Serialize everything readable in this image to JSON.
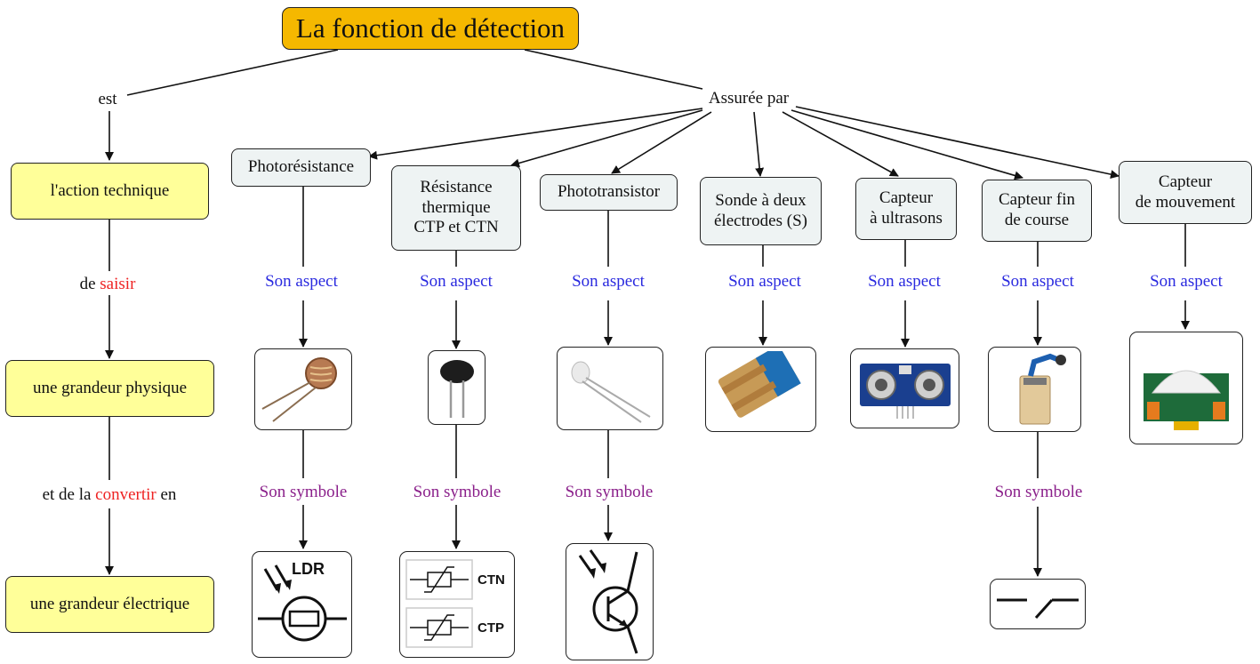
{
  "title": "La fonction de détection",
  "left": {
    "link_est": "est",
    "box1": "l'action technique",
    "link2_pre": "de ",
    "link2_red": "saisir",
    "box2": "une grandeur physique",
    "link3_pre": "et de la ",
    "link3_red": "convertir",
    "link3_post": " en",
    "box3": "une grandeur électrique"
  },
  "assuree": "Assurée par",
  "sensors": [
    {
      "name": "Photorésistance",
      "aspect": "Son aspect",
      "symbole": "Son symbole",
      "symbol_text": "LDR"
    },
    {
      "name": "Résistance\nthermique\nCTP et CTN",
      "aspect": "Son aspect",
      "symbole": "Son symbole",
      "symbol_text_1": "CTN",
      "symbol_text_2": "CTP"
    },
    {
      "name": "Phototransistor",
      "aspect": "Son aspect",
      "symbole": "Son symbole"
    },
    {
      "name": "Sonde à deux\nélectrodes (S)",
      "aspect": "Son aspect"
    },
    {
      "name": "Capteur\nà ultrasons",
      "aspect": "Son aspect"
    },
    {
      "name": "Capteur fin\nde course",
      "aspect": "Son aspect",
      "symbole": "Son symbole"
    },
    {
      "name": "Capteur\nde mouvement",
      "aspect": "Son aspect"
    }
  ],
  "colors": {
    "title_bg": "#f5b800",
    "left_box_bg": "#ffff99",
    "sensor_box_bg": "#eef3f3",
    "aspect_text": "#2a2adf",
    "symbole_text": "#8a1f8a",
    "highlight": "#ee2222"
  }
}
